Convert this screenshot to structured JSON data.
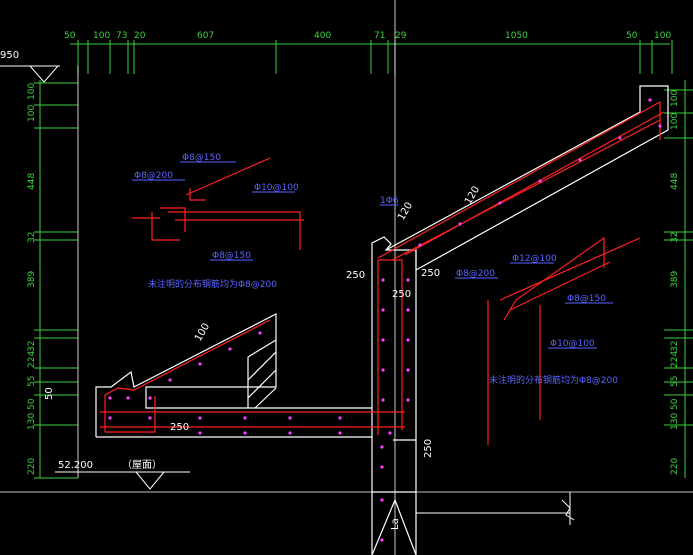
{
  "dimensions_top": [
    "50",
    "100",
    "73",
    "20",
    "607",
    "400",
    "71",
    "29",
    "1050",
    "50",
    "100"
  ],
  "dimensions_left": [
    "100",
    "100",
    "448",
    "32",
    "389",
    "32",
    "224",
    "55",
    "50",
    "130",
    "220"
  ],
  "dimensions_right": [
    "100",
    "100",
    "448",
    "32",
    "389",
    "32",
    "224",
    "55",
    "50",
    "130",
    "220"
  ],
  "top_left_label": "950",
  "elevation": {
    "value": "52.200",
    "label": "（屋面）"
  },
  "rebars": {
    "r1": "Φ8@150",
    "r2": "Φ8@200",
    "r3": "Φ10@100",
    "r4": "Φ8@150",
    "r5": "Φ8@200",
    "r6": "Φ12@100",
    "r7": "Φ8@150",
    "r8": "Φ10@100",
    "r9": "1Φ6"
  },
  "notes": {
    "left": "未注明的分布钢筋均为Φ8@200",
    "right": "未注明的分布钢筋均为Φ8@200"
  },
  "thickness_labels": {
    "t1": "120",
    "t2": "120",
    "t3": "100",
    "t4": "250",
    "t5": "250",
    "t6": "250",
    "t7": "250",
    "t8": "250",
    "t9": "50",
    "t10": "La"
  }
}
